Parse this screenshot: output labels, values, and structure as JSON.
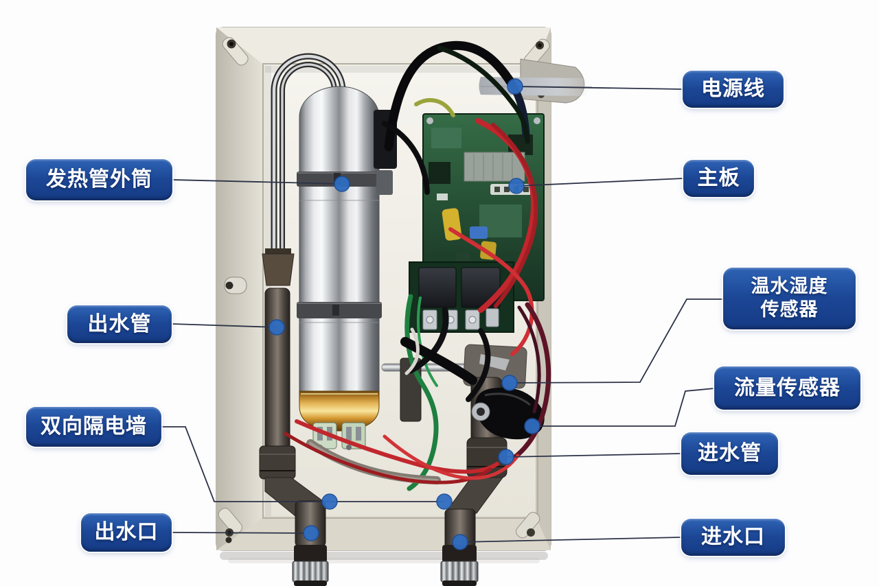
{
  "callouts": {
    "right": [
      {
        "id": "power-cord",
        "text": "电源线"
      },
      {
        "id": "main-board",
        "text": "主板"
      },
      {
        "id": "temp-humidity-sensor",
        "lines": [
          "温水湿度",
          "传感器"
        ]
      },
      {
        "id": "flow-sensor",
        "text": "流量传感器"
      },
      {
        "id": "inlet-pipe",
        "text": "进水管"
      },
      {
        "id": "inlet-port",
        "text": "进水口"
      }
    ],
    "left": [
      {
        "id": "heating-tube-shell",
        "text": "发热管外筒"
      },
      {
        "id": "outlet-pipe",
        "text": "出水管"
      },
      {
        "id": "isolation-wall",
        "text": "双向隔电墙"
      },
      {
        "id": "outlet-port",
        "text": "出水口"
      }
    ]
  },
  "colors": {
    "label_bg_top": "#2f63b5",
    "label_bg_bottom": "#153a84",
    "label_text": "#ffffff",
    "leader_line": "#2b3246",
    "marker_dot": "#2f6cc0",
    "case_beige": "#d8d4c8",
    "panel_cream": "#f2f0e9",
    "pcb_green": "#2a5b3a",
    "brass_cap": "#d69a33",
    "chrome": "#e8eaec"
  }
}
